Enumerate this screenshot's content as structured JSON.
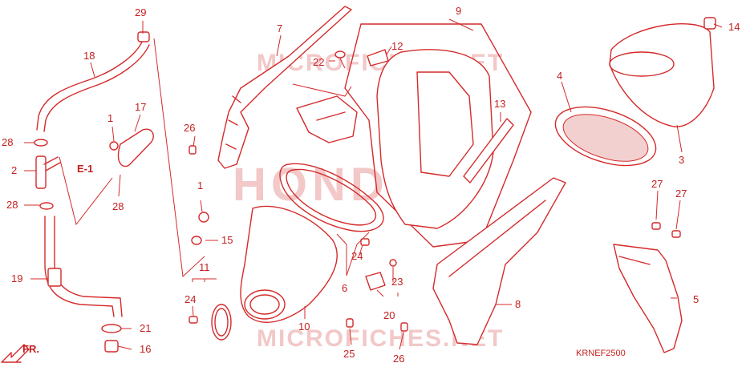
{
  "watermark": {
    "brand": "HONDA",
    "site_top": "MICROFICHES.NET",
    "site_bottom": "MICROFICHES.NET"
  },
  "diagram_code": "KRNEF2500",
  "front_indicator": "FR.",
  "ref_label": "E-1",
  "colors": {
    "line": "#d42a2a",
    "text": "#c41f1f",
    "watermark": "#f2c8c8"
  },
  "callouts": {
    "c1a": "1",
    "c1b": "1",
    "c2": "2",
    "c3": "3",
    "c4": "4",
    "c5": "5",
    "c7": "7",
    "c8": "8",
    "c9": "9",
    "c10": "10",
    "c11": "11",
    "c12": "12",
    "c13": "13",
    "c14": "14",
    "c15": "15",
    "c16": "16",
    "c17": "17",
    "c18": "18",
    "c19": "19",
    "c20": "20",
    "c21": "21",
    "c22": "22",
    "c23": "23",
    "c24a": "24",
    "c24b": "24",
    "c25": "25",
    "c26a": "26",
    "c26b": "26",
    "c27a": "27",
    "c27b": "27",
    "c28a": "28",
    "c28b": "28",
    "c28c": "28",
    "c29": "29",
    "c6": "6"
  }
}
